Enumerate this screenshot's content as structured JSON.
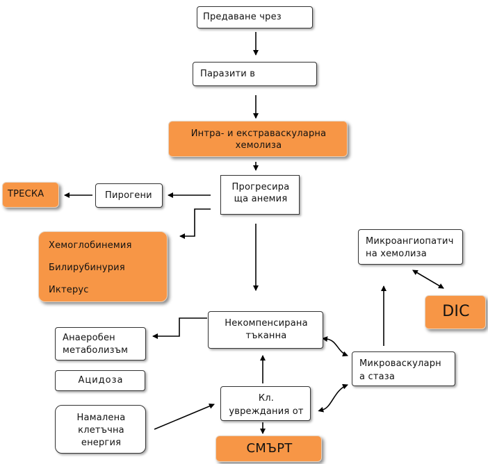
{
  "nodes": {
    "transmission": "Предаване чрез",
    "parasites": "Паразити в",
    "hemolysis": [
      "Интра- и екстраваскуларна",
      "хемолиза"
    ],
    "anemia": [
      "Прогресира",
      "ща анемия"
    ],
    "pyrogens": "Пирогени",
    "fever": "ТРЕСКА",
    "symptoms": [
      "Хемоглобинемия",
      "Билирубинурия",
      "Иктерус"
    ],
    "decompensated": [
      "Некомпенсирана",
      "тъканна"
    ],
    "anaerobic": [
      "Анаеробен",
      "метаболизъм"
    ],
    "acidosis": "Ацидоза",
    "reduced_energy": [
      "Намалена",
      "клетъчна",
      "енергия"
    ],
    "cell_damage": [
      "Кл.",
      "увреждания от"
    ],
    "death": "СМЪРТ",
    "microvascular": [
      "Микроваскуларн",
      "а стаза"
    ],
    "microangiopathic": [
      "Микроангиопатич",
      "на хемолиза"
    ],
    "dic": "DIC"
  },
  "colors": {
    "accent": "#f79646",
    "border": "#333333",
    "line": "#000000"
  }
}
